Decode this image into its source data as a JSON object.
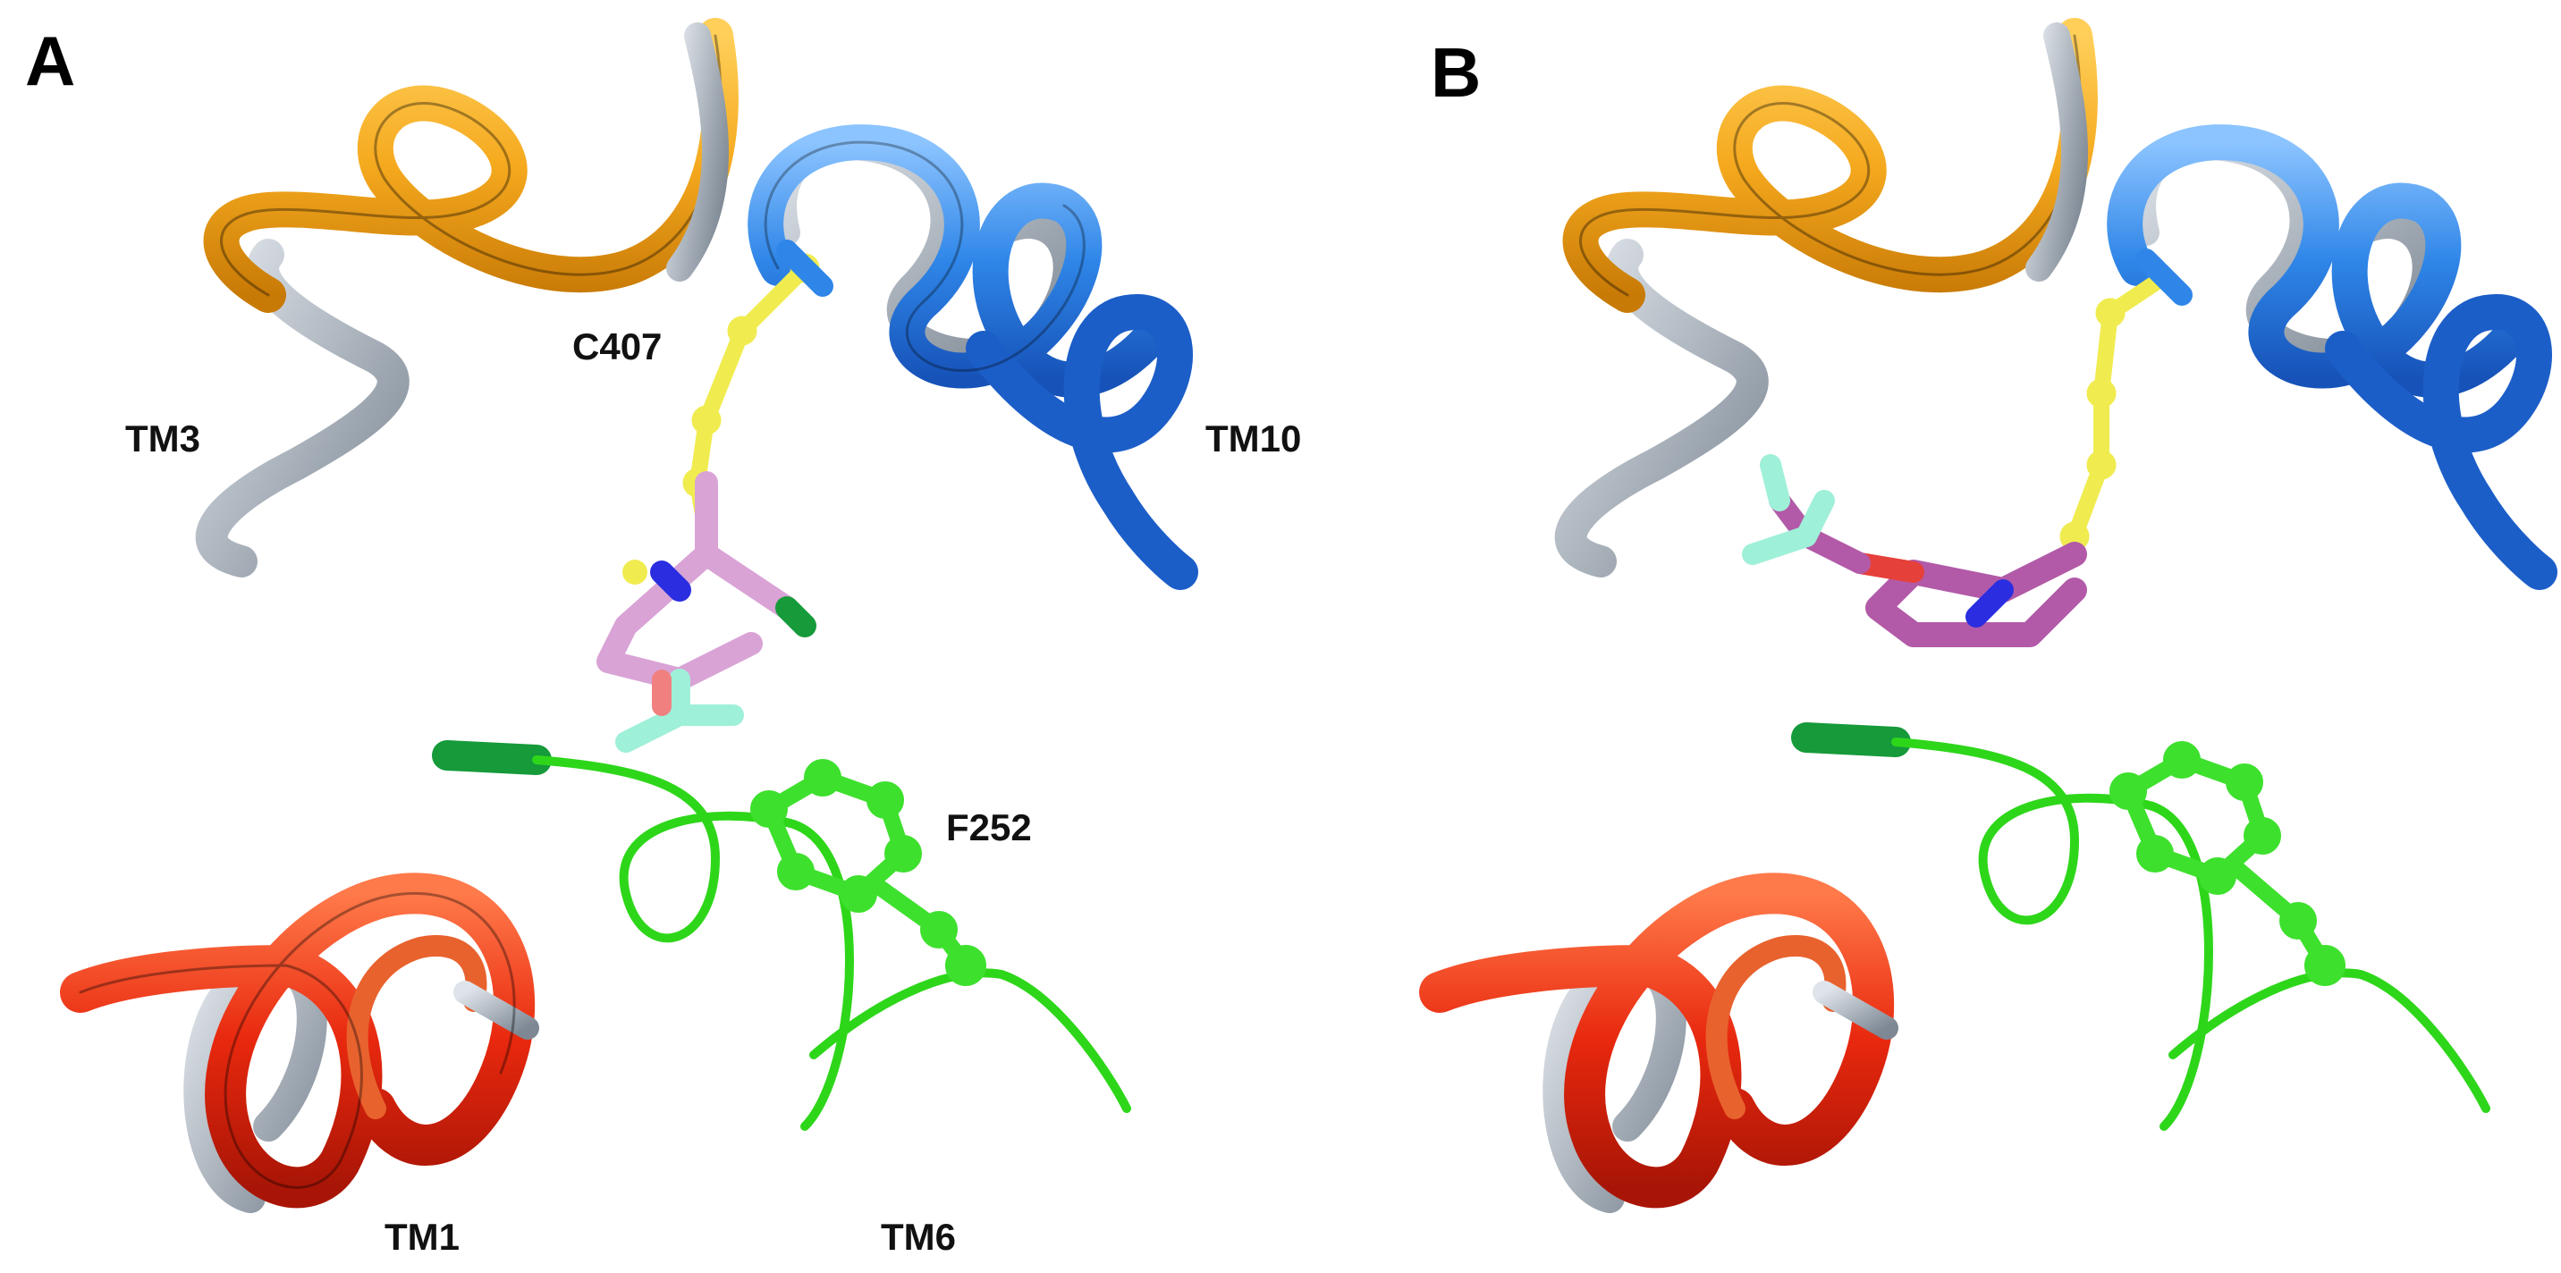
{
  "figure": {
    "panels": [
      {
        "letter": "A",
        "labels": {
          "tm3": "TM3",
          "tm10": "TM10",
          "c407": "C407",
          "f252": "F252",
          "tm1": "TM1",
          "tm6": "TM6"
        }
      },
      {
        "letter": "B"
      }
    ]
  },
  "colors": {
    "tm3_helix": "#f5a91e",
    "tm10_helix": "#2f86e8",
    "tm10_dark": "#1c5ec8",
    "tm1_helix": "#e8280e",
    "tm6_loop": "#2ed61a",
    "f252_residue": "#3ee02e",
    "c407_linker": "#f0ec50",
    "ligand_a": "#d9a3d6",
    "ligand_b": "#b25aa8",
    "fluorine": "#9ff0d8",
    "chlorine": "#169a3a",
    "oxygen": "#e6403a",
    "nitrogen": "#2a2ee0",
    "ribbon_back": "#a9b2bc"
  }
}
